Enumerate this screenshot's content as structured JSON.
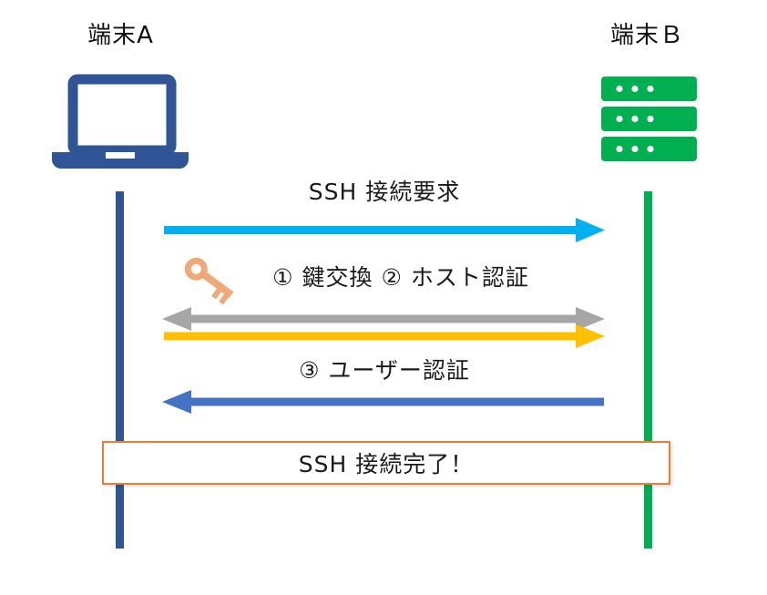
{
  "diagram": {
    "node_a": {
      "label": "端末А"
    },
    "node_b": {
      "label": "端末Ｂ"
    },
    "messages": {
      "request": "SSH  接続要求",
      "key_exchange": "①  鍵交換  ②  ホスト認証",
      "user_auth": "③  ユーザー認証",
      "complete": "SSH  接続完了！"
    },
    "colors": {
      "lifeline_a": "#2F5597",
      "lifeline_b": "#00B050",
      "arrow_request": "#00B0F0",
      "arrow_exchange_gray": "#A6A6A6",
      "arrow_exchange_yellow": "#FFC000",
      "arrow_user_auth": "#4472C4",
      "completion_border": "#ED7D31",
      "laptop": "#2F5597",
      "server": "#00B050",
      "key": "#F0A878"
    }
  }
}
